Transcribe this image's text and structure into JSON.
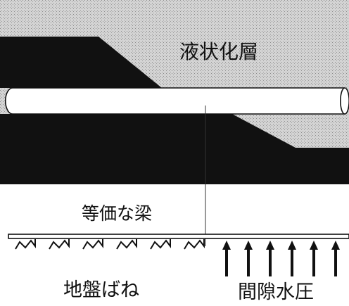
{
  "labels": {
    "liquefied_layer": "液状化層",
    "equivalent_beam": "等価な梁",
    "ground_spring": "地盤ばね",
    "pore_water_pressure": "間隙水圧"
  },
  "colors": {
    "liquefied_layer_fill": "#cfcfcf",
    "soil_fill": "#111111",
    "pipe_fill": "#ffffff",
    "line": "#111111"
  },
  "counts": {
    "spring_count": 6,
    "pressure_arrow_count": 6
  }
}
